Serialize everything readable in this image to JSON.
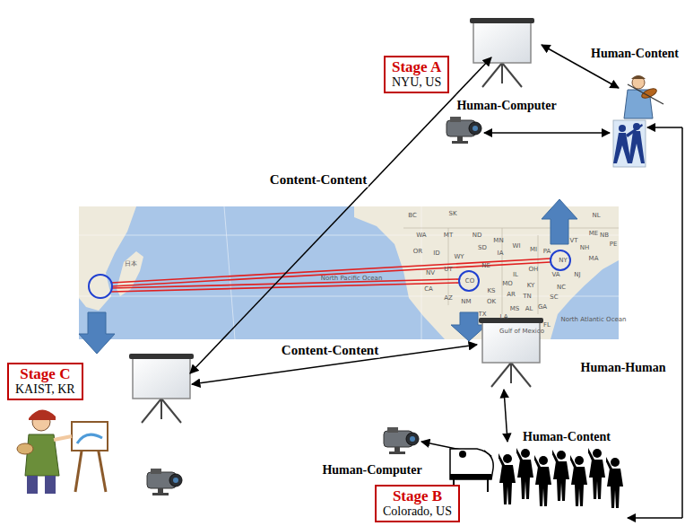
{
  "diagram": {
    "nodes": [
      {
        "text": [
          "Stage A",
          "NYU, US"
        ]
      },
      {
        "text": [
          "Stage C",
          "KAIST, KR"
        ]
      },
      {
        "text": [
          "Stage B",
          "Colorado, US"
        ]
      }
    ],
    "labels": [
      "Human-Content",
      "Human-Computer",
      "Content-Content",
      "Content-Content",
      "Human-Human",
      "Human-Computer",
      "Human-Content",
      "BC",
      "SK",
      "NL",
      "WA",
      "MT",
      "ND",
      "MN",
      "OR",
      "ID",
      "WY",
      "SD",
      "WI",
      "MI",
      "NV",
      "UT",
      "CO",
      "NE",
      "KS",
      "IA",
      "IL",
      "OH",
      "PA",
      "NY",
      "CA",
      "AZ",
      "NM",
      "OK",
      "TX",
      "AR",
      "MO",
      "KY",
      "TN",
      "MS",
      "AL",
      "GA",
      "LA",
      "FL",
      "SC",
      "NC",
      "VA",
      "ME",
      "VT",
      "NH",
      "MA",
      "NJ",
      "NB",
      "PE",
      "North Pacific Ocean",
      "Gulf of Mexico",
      "North Atlantic Ocean",
      "日本"
    ]
  }
}
